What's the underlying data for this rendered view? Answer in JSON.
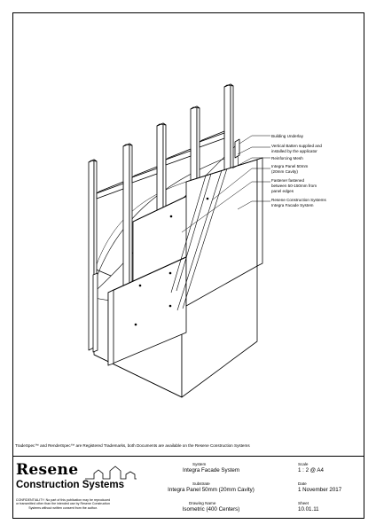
{
  "callouts": {
    "building_underlay": "Building Underlay",
    "vertical_batten_1": "Vertical Batten supplied and",
    "vertical_batten_2": "installed by the applicator",
    "reinforcing_mesh": "Reinforcing Mesh",
    "integra_panel_1": "Integra Panel 50mm",
    "integra_panel_2": "(20mm Cavity)",
    "fastener_1": "Fastener fastened",
    "fastener_2": "between 50-150mm from",
    "fastener_3": "panel edges",
    "resene_system_1": "Resene Construction Systems",
    "resene_system_2": "Integra Facade System"
  },
  "footnote": "TradeSpec™ and RenderSpec™ are Registered Trademarks, both Documents are available on the Resene Construction Systems",
  "brand": {
    "name": "Resene",
    "sub": "Construction Systems",
    "confidential": "CONFIDENTIALITY: No part of this publication may be reproduced or transmitted other than the intended use by Resene Construction Systems without written consent from the author."
  },
  "titleblock": {
    "system_label": "System",
    "system_value": "Integra Facade System",
    "substrate_label": "Substrate",
    "substrate_value": "Integra Panel 50mm (20mm Cavity)",
    "drawing_label": "Drawing Name",
    "drawing_value": "Isometric (400 Centers)",
    "scale_label": "Scale",
    "scale_value": "1 : 2 @ A4",
    "date_label": "Date",
    "date_value": "1 November 2017",
    "sheet_label": "Sheet",
    "sheet_value": "10.01.11"
  }
}
